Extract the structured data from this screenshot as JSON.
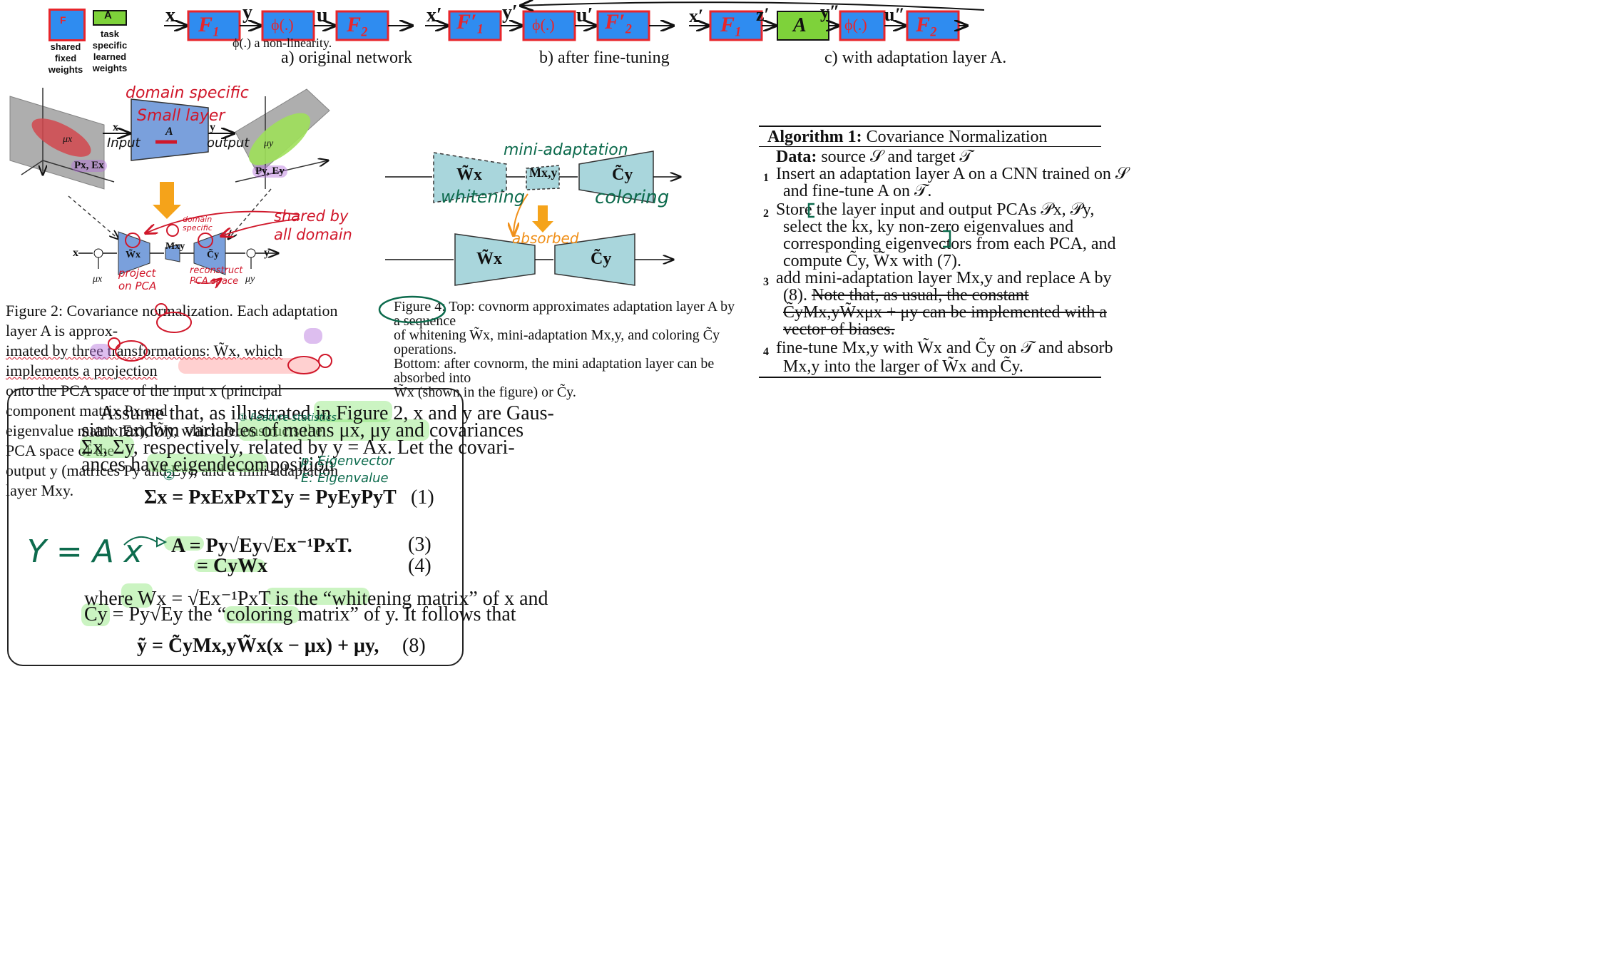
{
  "legend": {
    "shared_label": "shared fixed weights",
    "shared_symbol": "F",
    "task_label": "task specific learned weights",
    "task_symbol": "A"
  },
  "pipelines": {
    "a": {
      "caption": "a) original network",
      "nonlinearity_note": "ϕ(.) a non-linearity.",
      "nodes": [
        "x",
        "F₁",
        "y",
        "ϕ(.)",
        "u",
        "F₂"
      ]
    },
    "b": {
      "caption": "b) after fine-tuning",
      "nodes": [
        "x′",
        "F′₁",
        "y′",
        "ϕ(.)",
        "u′",
        "F′₂"
      ]
    },
    "c": {
      "caption": "c) with adaptation layer A.",
      "nodes": [
        "x′",
        "F₁",
        "z′",
        "A",
        "y″",
        "ϕ(.)",
        "u″",
        "F₂"
      ]
    }
  },
  "fig2": {
    "annotations": {
      "domain_specific": "domain specific",
      "small_layer": "Small layer",
      "shared_all": "shared by all domain",
      "project_pca": "project on PCA",
      "reconstruct": "reconstruct PCA space",
      "domain_specific_small": "domain specific"
    },
    "labels": {
      "input": "Input",
      "output": "output",
      "x": "x",
      "y": "y",
      "A": "A",
      "mu_x": "μx",
      "mu_y": "μy",
      "px_ex": "Px, Ex",
      "py_ey": "Py, Ey",
      "wx": "W̃x",
      "mxy": "Mxy",
      "cy": "C̃y"
    },
    "caption_1": "Figure 2: Covariance normalization. Each adaptation layer A is approx-",
    "caption_2": "imated by three transformations: W̃x, which implements a projection",
    "caption_3": "onto the PCA space of the input x (principal component matrix Px and",
    "caption_4": "eigenvalue matrix Ex), W̃y, which reconstructs the PCA space of the",
    "caption_5": "output y (matrices Py and Ey), and a mini-adaptation layer Mxy."
  },
  "fig4": {
    "labels": {
      "wx": "W̃x",
      "mxy": "Mx,y",
      "cy": "C̃y",
      "mini_adaptation": "mini-adaptation",
      "whitening": "whitening",
      "coloring": "coloring",
      "absorbed": "absorbed"
    },
    "caption_1": "Figure 4: Top: covnorm approximates adaptation layer A by a sequence",
    "caption_2": "of whitening W̃x, mini-adaptation Mx,y, and coloring C̃y operations.",
    "caption_3": "Bottom: after covnorm, the mini adaptation layer can be absorbed into",
    "caption_4": "W̃x (shown in the figure) or C̃y."
  },
  "algorithm": {
    "title_bold": "Algorithm 1:",
    "title_rest": "Covariance Normalization",
    "data_bold": "Data:",
    "data_rest": "source 𝒮 and target 𝒯",
    "steps": [
      {
        "num": "1",
        "l1": "Insert an adaptation layer A on a CNN trained on 𝒮",
        "l2": "and fine-tune A on 𝒯."
      },
      {
        "num": "2",
        "l1": "Store the layer input and output PCAs 𝒫x, 𝒫y,",
        "l2": "select the kx, ky non-zero eigenvalues and",
        "l3": "corresponding eigenvectors from each PCA, and",
        "l4": "compute C̃y, W̃x with (7)."
      },
      {
        "num": "3",
        "l1": "add mini-adaptation layer Mx,y and replace A by",
        "l2a": "(8).",
        "l2b": "Note that, as usual, the constant",
        "l3": "C̃yMx,yW̃xμx + μy can be implemented with a",
        "l4": "vector of biases."
      },
      {
        "num": "4",
        "l1": "fine-tune Mx,y with W̃x and C̃y on 𝒯 and absorb",
        "l2": "Mx,y into the larger of W̃x and C̃y."
      }
    ]
  },
  "textbox": {
    "p1": "Assume that, as illustrated in Figure 2, x and y are Gaus-",
    "p2": "sian random variables of means μx, μy and covariances",
    "p3": "Σx, Σy, respectively, related by y = Ax. Let the covari-",
    "p4": "ances have eigendecomposition",
    "eq1_left": "Σx = PxExPxT",
    "eq1_right": "Σy = PyEyPyT",
    "eq1_no": "(1)",
    "eq3": "A  =  Py√Ey√Ex⁻¹PxT.",
    "eq3_no": "(3)",
    "eq4": "=  CyWx",
    "eq4_no": "(4)",
    "p5": "where Wx = √Ex⁻¹PxT is the “whitening matrix” of x and",
    "p6": "Cy = Py√Ey the “coloring matrix” of y.  It follows that",
    "eq8": "ỹ = C̃yMx,yW̃x(x − μx) + μy,",
    "eq8_no": "(8)",
    "note_feature": "① Feature statistics",
    "note_p": "p: Eigenvector",
    "note_e": "E: Eigenvalue",
    "note_yax": "Y = A x",
    "note_circle": "②"
  },
  "colors": {
    "blue_box": "#2f8cf0",
    "green_box": "#7ed23a",
    "red_text": "#e8252b",
    "fig2_blue": "#7aa0dc",
    "fig4_teal": "#a9d6dc"
  }
}
